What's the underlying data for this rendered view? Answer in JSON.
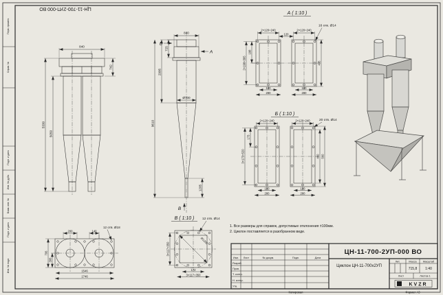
{
  "sheet": {
    "top_doc_number": "ЦН-11-700-2УП-000 ВО",
    "copied": "Копировал",
    "format": "Формат А3",
    "paper_color": "#eae8e1",
    "ink_color": "#2b2b2b"
  },
  "margin": {
    "labels": [
      "Перв. примен.",
      "Справ. №",
      "Подп. и дата",
      "Инв. № дубл.",
      "Взам. инв. №",
      "Подп. и дата",
      "Инв. № подл."
    ]
  },
  "front_view": {
    "dim_width_top": "840",
    "dim_header_h": "742",
    "dim_body_h": "5050",
    "dim_total_h": "5330"
  },
  "side_view": {
    "label_b": "Б",
    "label_a": "А",
    "label_v": "В",
    "dim_top": "840",
    "dim_inlet_h": "725",
    "dim_upper_h": "2995",
    "dim_dia": "Ø700",
    "dim_total_h": "9610",
    "dim_outlet_h": "1205"
  },
  "section_a": {
    "title": "А ( 1:10 )",
    "dim_pitch_top": "2×120=240",
    "dim_gap": "120",
    "holes_note": "16 отв. Ø14",
    "dim_side_step": "198",
    "dim_pitch_side": "2×198=395",
    "dim_height": "435",
    "dim_w_inner": "180",
    "dim_w_outer": "280"
  },
  "section_b": {
    "title": "Б ( 1:10 )",
    "dim_pitch_top": "2×120=240",
    "holes_note": "20 отв. Ø14",
    "dim_side_step": "173",
    "dim_pitch_side": "3×173=520",
    "dim_h_inner": "460",
    "dim_h_outer": "560",
    "dim_w_inner": "180",
    "dim_w_outer": "280"
  },
  "view_v": {
    "title": "В ( 1:10 )",
    "holes_note": "12 отв. Ø14",
    "dim_pitch_side": "3×117=350",
    "dim_edge": "172",
    "dim_dia": "Ø1200",
    "dim_pitch_bottom": "3×117=350"
  },
  "top_view_detail": {
    "dim_1": "200",
    "dim_2": "140",
    "holes_note": "12 отв. Ø18",
    "dim_depth": "706",
    "dim_offset": "306",
    "dim_width_inner": "1546",
    "dim_width_outer": "1746"
  },
  "notes": {
    "line1": "1. Все размеры для справок, допустимые отклонения ±100мм.",
    "line2": "2. Циклон поставляется в разобранном виде."
  },
  "title_block": {
    "doc_number": "ЦН-11-700-2УП-000 ВО",
    "product_name": "Циклон ЦН-11-700х2УП",
    "col_izm": "Изм.",
    "col_list": "Лист",
    "col_doc": "№ докум.",
    "col_sign": "Подп.",
    "col_date": "Дата",
    "row_developed": "Разраб.",
    "row_checked": "Пров.",
    "row_tcontrol": "Т. контр.",
    "row_ncontrol": "Н. контр.",
    "row_approved": "Утв.",
    "lit_label": "Лит.",
    "mass_label": "Масса",
    "scale_label": "Масштаб",
    "mass_value": "715,8",
    "scale_value": "1:40",
    "sheet_label": "Лист",
    "sheets_label": "Листов 1",
    "logo": "KVZR"
  }
}
